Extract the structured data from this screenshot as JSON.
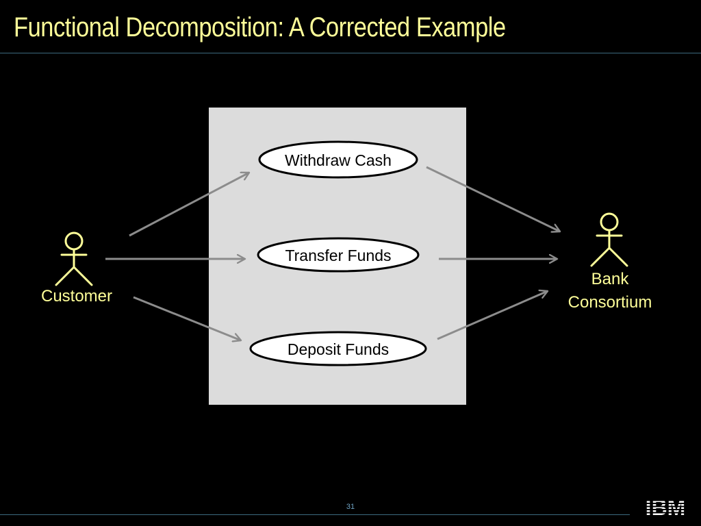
{
  "slide": {
    "title": "Functional Decomposition: A Corrected Example",
    "page_number": "31",
    "logo_text": "IBM"
  },
  "diagram": {
    "actors": [
      {
        "id": "customer",
        "label": "Customer"
      },
      {
        "id": "bank-consortium",
        "label_lines": [
          "Bank",
          "Consortium"
        ]
      }
    ],
    "use_cases": [
      {
        "id": "withdraw-cash",
        "label": "Withdraw Cash"
      },
      {
        "id": "transfer-funds",
        "label": "Transfer Funds"
      },
      {
        "id": "deposit-funds",
        "label": "Deposit Funds"
      }
    ]
  },
  "colors": {
    "background": "#000000",
    "title": "#ffff99",
    "system_boundary": "#dcdcdc",
    "arrow": "#8c8c8c",
    "rule": "#3d6b80",
    "page_number": "#6fa3c4"
  }
}
